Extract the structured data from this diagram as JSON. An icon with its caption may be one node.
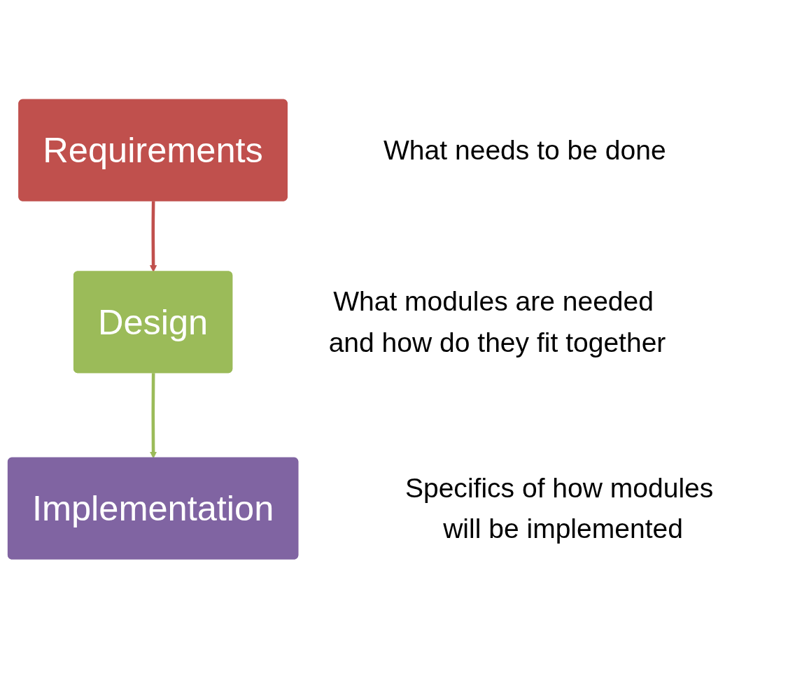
{
  "diagram": {
    "nodes": [
      {
        "text": [
          "Requirements"
        ],
        "beside": [
          "What needs to be done"
        ]
      },
      {
        "text": [
          "Design"
        ],
        "beside": [
          "What modules are needed and how do they fit together"
        ]
      },
      {
        "text": [
          "Implementation"
        ],
        "beside": [
          "Specifics of how modules will be implemented"
        ]
      }
    ],
    "edges": [
      {
        "from": 0,
        "to": 1,
        "arrow": "to",
        "color": "#c0504d"
      },
      {
        "from": 1,
        "to": 2,
        "arrow": "to",
        "color": "#9bbb59"
      }
    ]
  }
}
